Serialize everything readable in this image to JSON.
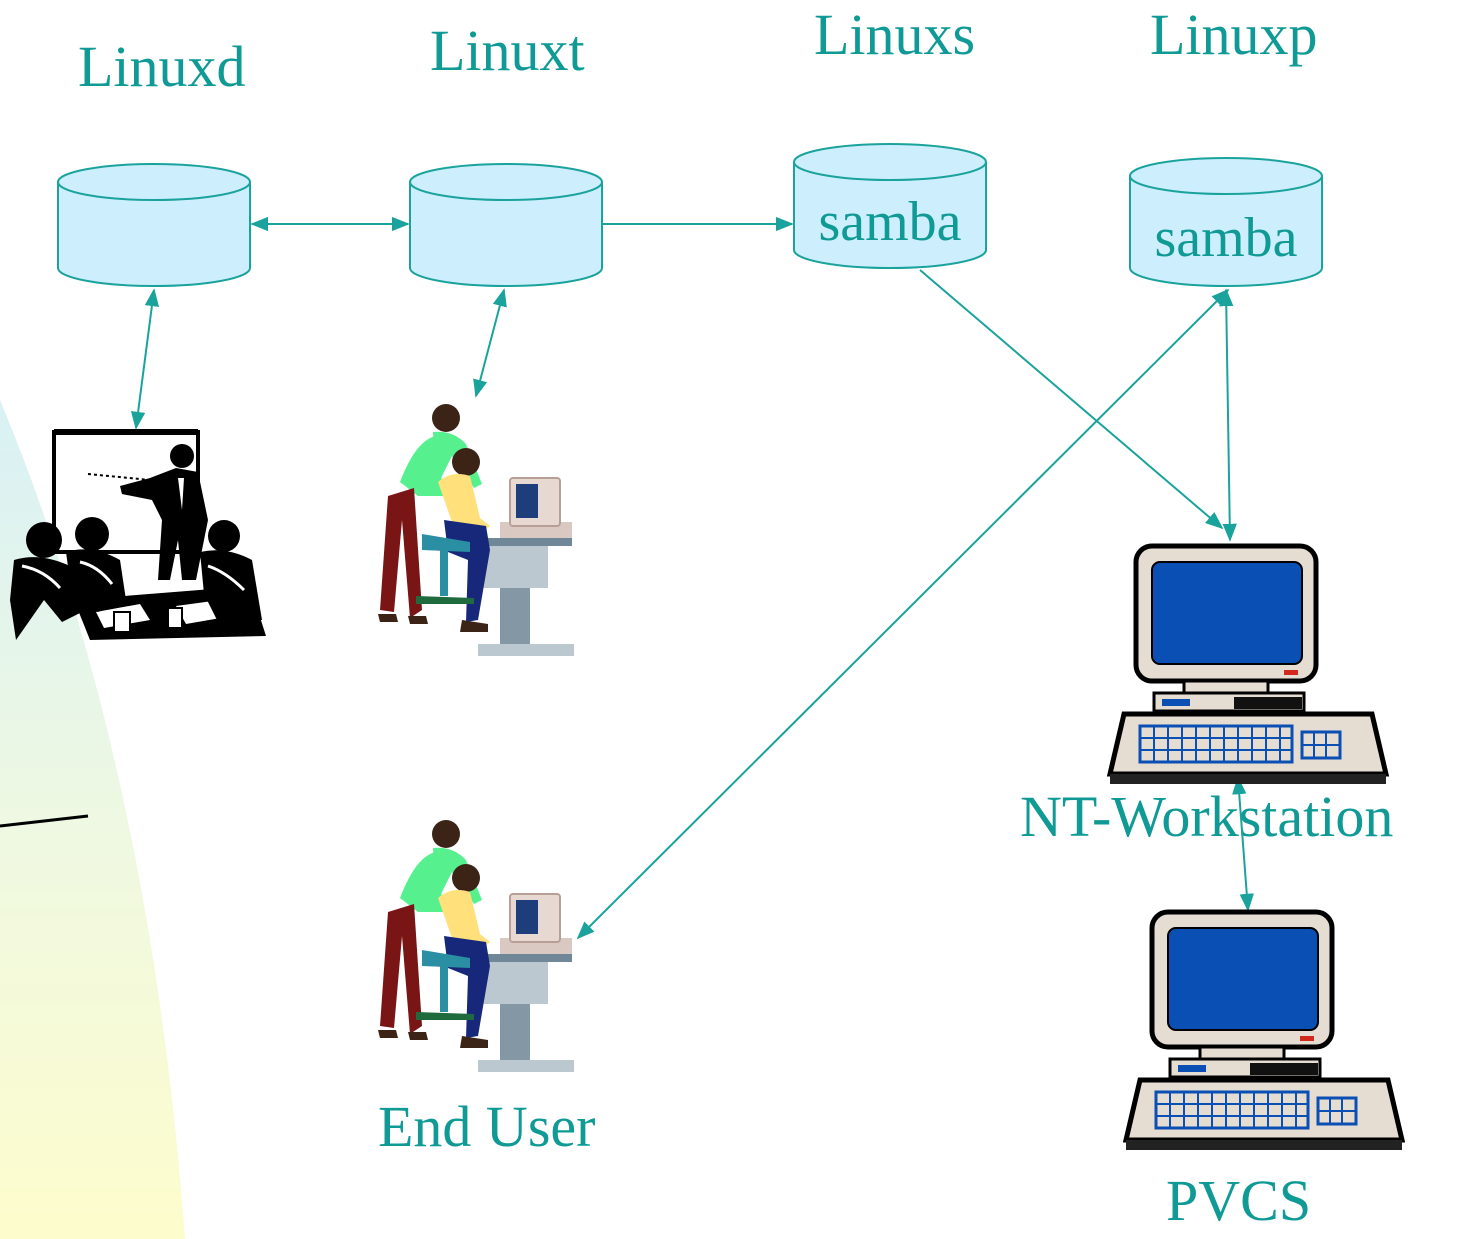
{
  "servers": {
    "linuxd": {
      "label": "Linuxd"
    },
    "linuxt": {
      "label": "Linuxt"
    },
    "linuxs": {
      "label": "Linuxs",
      "share": "samba"
    },
    "linuxp": {
      "label": "Linuxp",
      "share": "samba"
    }
  },
  "clients": {
    "end_user": {
      "label": "End User"
    },
    "nt_workstation": {
      "label": "NT-Workstation"
    },
    "pvcs": {
      "label": "PVCS"
    }
  },
  "colors": {
    "label_teal": "#0f9a96",
    "cylinder_fill": "#cdeefc",
    "cylinder_stroke": "#1aa39c",
    "connector": "#1aa39c",
    "monitor_screen": "#0a4fb4",
    "monitor_body": "#e6ddd2",
    "background_arc": "#f2f8da"
  },
  "icons": {
    "presentation": "presentation-meeting-icon",
    "engineer_top": "users-at-computer-icon",
    "engineer_bottom": "users-at-computer-icon",
    "workstation": "desktop-computer-icon",
    "pvcs_machine": "desktop-computer-icon"
  }
}
